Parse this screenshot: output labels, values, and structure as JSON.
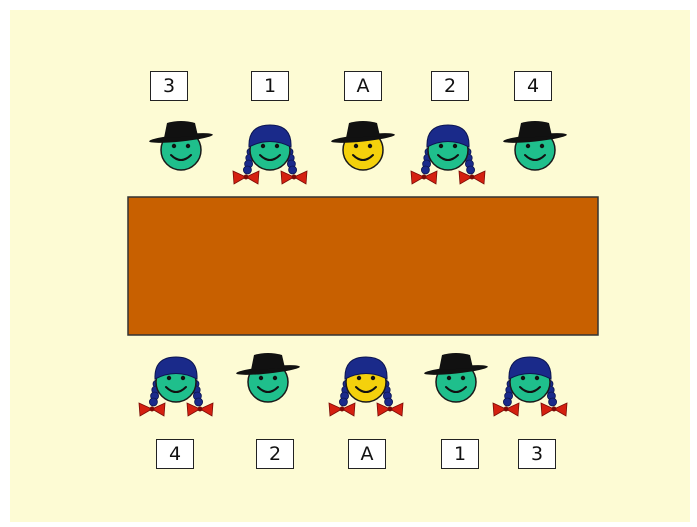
{
  "colors": {
    "background": "#fdfbd4",
    "table": "#c86000",
    "face_green": "#1fbf8c",
    "face_yellow": "#f4d10c",
    "hat": "#111111",
    "braid_hat": "#1a2a8a",
    "bow": "#d42010"
  },
  "top_row": [
    {
      "label": "3",
      "icon": "face-with-hat",
      "color": "green"
    },
    {
      "label": "1",
      "icon": "face-with-braids",
      "color": "green"
    },
    {
      "label": "A",
      "icon": "face-with-hat",
      "color": "yellow"
    },
    {
      "label": "2",
      "icon": "face-with-braids",
      "color": "green"
    },
    {
      "label": "4",
      "icon": "face-with-hat",
      "color": "green"
    }
  ],
  "bottom_row": [
    {
      "label": "4",
      "icon": "face-with-braids",
      "color": "green"
    },
    {
      "label": "2",
      "icon": "face-with-hat",
      "color": "green"
    },
    {
      "label": "A",
      "icon": "face-with-braids",
      "color": "yellow"
    },
    {
      "label": "1",
      "icon": "face-with-hat",
      "color": "green"
    },
    {
      "label": "3",
      "icon": "face-with-braids",
      "color": "green"
    }
  ]
}
